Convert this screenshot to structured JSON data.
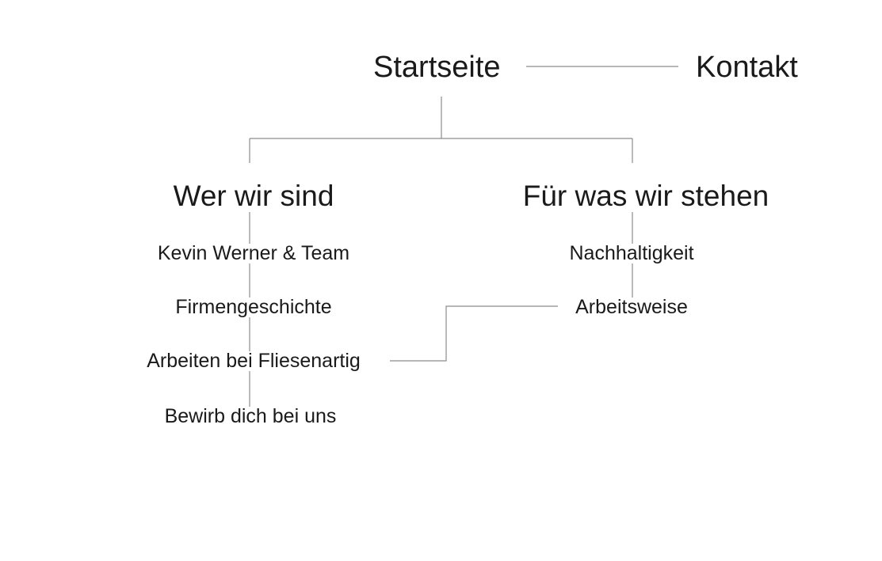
{
  "sitemap": {
    "root": "Startseite",
    "contact": "Kontakt",
    "branches": [
      {
        "title": "Wer wir sind",
        "pages": [
          "Kevin Werner & Team",
          "Firmengeschichte",
          "Arbeiten bei Fliesenartig",
          "Bewirb dich bei uns"
        ]
      },
      {
        "title": "Für was wir stehen",
        "pages": [
          "Nachhaltigkeit",
          "Arbeitsweise"
        ]
      }
    ]
  },
  "colors": {
    "line": "#8c8c8c",
    "text": "#1a1a1a",
    "background": "#ffffff"
  }
}
